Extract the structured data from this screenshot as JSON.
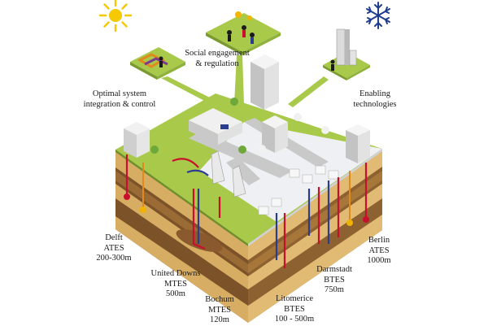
{
  "callouts": {
    "social": "Social engagement\n& regulation",
    "optimal": "Optimal system\nintegration & control",
    "enabling": "Enabling\ntechnologies"
  },
  "sites": {
    "delft": "Delft\nATES\n200-300m",
    "united_downs": "United Downs\nMTES\n500m",
    "bochum": "Bochum\nMTES\n120m",
    "litomerice": "Litomerice\nBTES\n100 - 500m",
    "darmstadt": "Darmstadt\nBTES\n750m",
    "berlin": "Berlin\nATES\n1000m"
  },
  "icons": {
    "sun": "sun-icon",
    "snowflake": "snowflake-icon"
  },
  "colors": {
    "grass": "#a9c94a",
    "grass_dark": "#8eb23c",
    "soil_light": "#d7ad63",
    "soil_dark": "#7c5329",
    "soil_brown": "#9b6b35",
    "hot_pipe": "#c8102e",
    "cold_pipe": "#2b3d8f",
    "road": "#c9c9c9",
    "snow": "#eef0f3",
    "sun": "#f5c800",
    "snowflake": "#1f3c8f"
  }
}
